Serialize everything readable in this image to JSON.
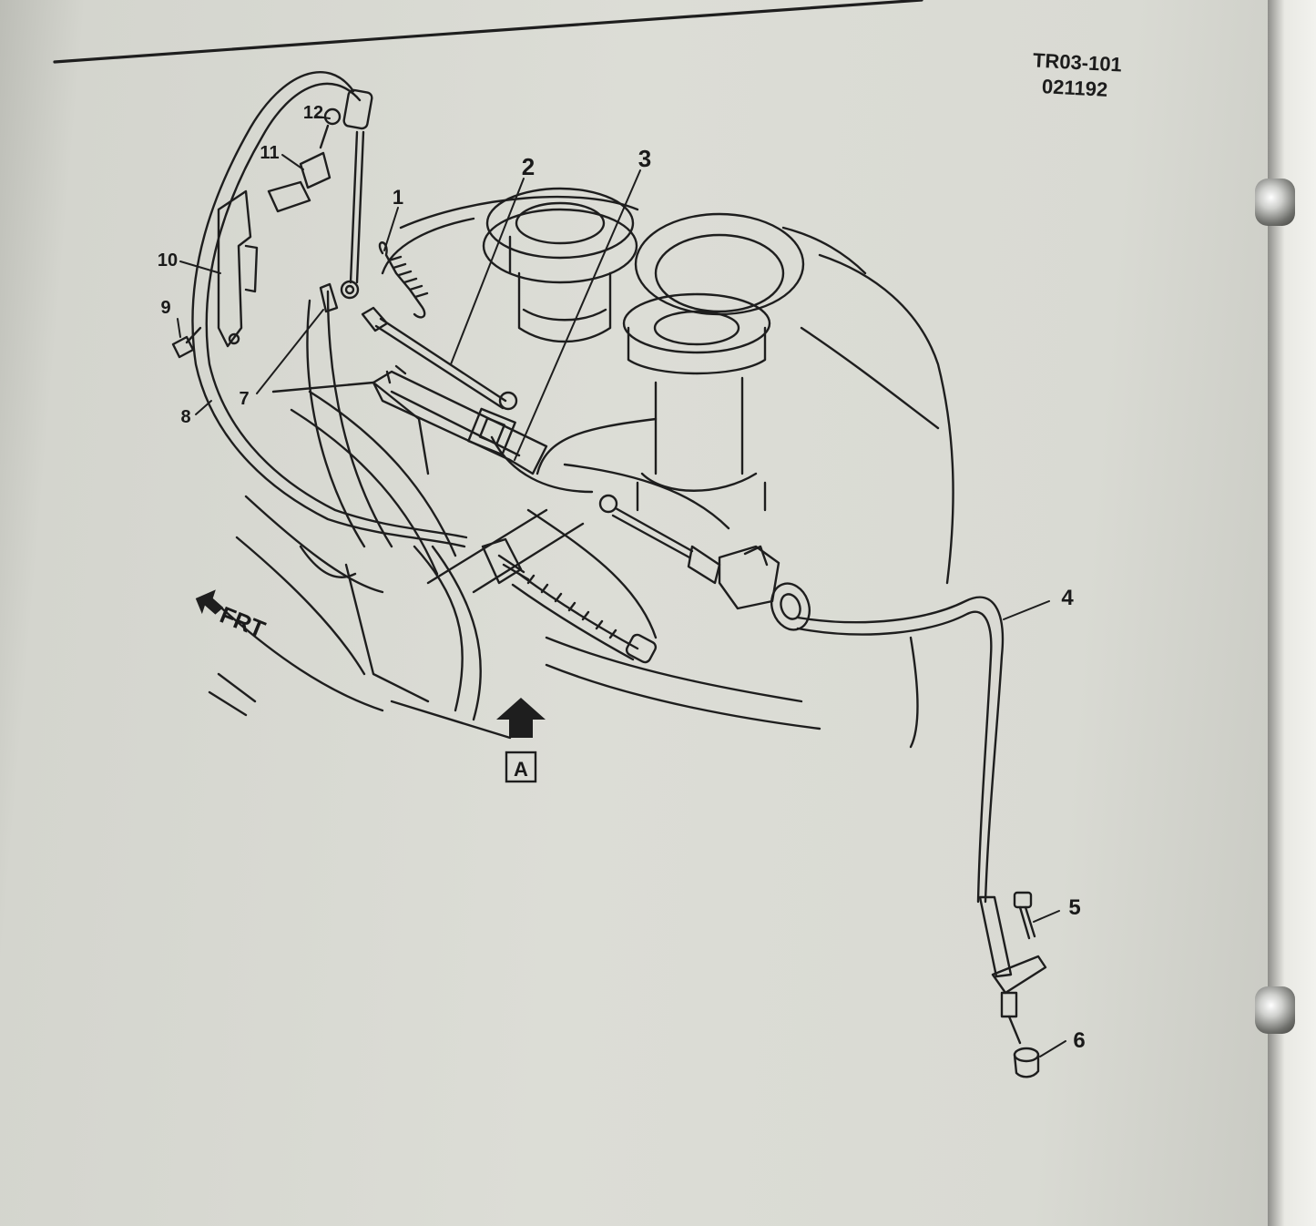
{
  "figure": {
    "code_line1": "TR03-101",
    "code_line2": "021192"
  },
  "callouts": {
    "n1": "1",
    "n2": "2",
    "n3": "3",
    "n4": "4",
    "n5": "5",
    "n6": "6",
    "n7": "7",
    "n8": "8",
    "n9": "9",
    "n10": "10",
    "n11": "11",
    "n12": "12"
  },
  "markers": {
    "front": "FRT",
    "view": "A"
  },
  "colors": {
    "ink": "#1e1e1e",
    "paper": "#dcddd6"
  }
}
